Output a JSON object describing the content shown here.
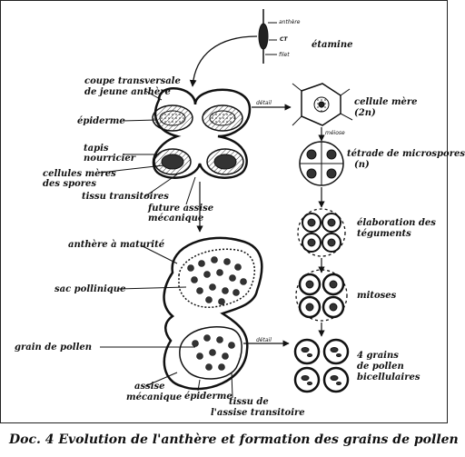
{
  "labels": {
    "etamine": "étamine",
    "coupe_line1": "coupe transversale",
    "coupe_line2": "de jeune anthère",
    "epiderme_top": "épiderme",
    "tapis_line1": "tapis",
    "tapis_line2": "nourricier",
    "cellules_line1": "cellules mères",
    "cellules_line2": "des spores",
    "tissu_transitoires": "tissu transitoires",
    "future_line1": "future assise",
    "future_line2": "mécanique",
    "anthere_maturite": "anthère à maturité",
    "sac_pollinique": "sac pollinique",
    "grain_de_pollen": "grain de pollen",
    "assise_line1": "assise",
    "assise_line2": "mécanique",
    "epiderme_bottom": "épiderme",
    "tissu_bottom_line1": "tissu de",
    "tissu_bottom_line2": "l'assise transitoire",
    "cellule_mere_line1": "cellule mère",
    "cellule_mere_line2": "(2n)",
    "tetrade_line1": "tétrade de microspores",
    "tetrade_line2": "(n)",
    "elaboration_line1": "élaboration des",
    "elaboration_line2": "téguments",
    "mitoses": "mitoses",
    "grains_line1": "4 grains",
    "grains_line2": "de pollen",
    "grains_line3": "bicellulaires"
  },
  "small_labels": {
    "anthere": "anthère",
    "ct": "CT",
    "filet": "filet",
    "detail_1": "détail",
    "meiose": "méiose",
    "detail_2": "détail"
  },
  "caption": "Doc. 4  Evolution de l'anthère et formation des grains de  pollen"
}
